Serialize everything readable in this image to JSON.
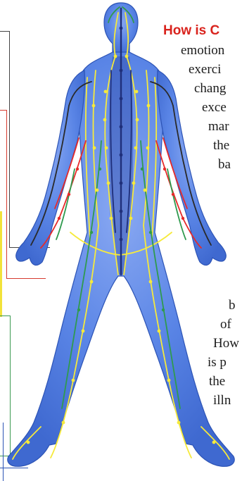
{
  "heading": "How is C",
  "body_lines": [
    "emotion",
    "exerci",
    "chang",
    "exce",
    "mar",
    "the",
    "ba",
    "b",
    "of",
    "How",
    "is p",
    "the",
    "illn"
  ],
  "colors": {
    "heading": "#d9231d",
    "body_text": "#1c1c1c",
    "figure_fill": "#4f7ee6",
    "figure_outline": "#2c53b5",
    "meridian_yellow": "#f6ea3c",
    "meridian_red": "#e62a2a",
    "meridian_green": "#2f9a4e",
    "meridian_navy": "#1f2f7a",
    "meridian_black": "#2a2a2a",
    "frame_black": "#444444",
    "frame_red": "#d53a2e",
    "frame_yellow": "#f2e23a",
    "frame_green": "#3c9a52"
  }
}
